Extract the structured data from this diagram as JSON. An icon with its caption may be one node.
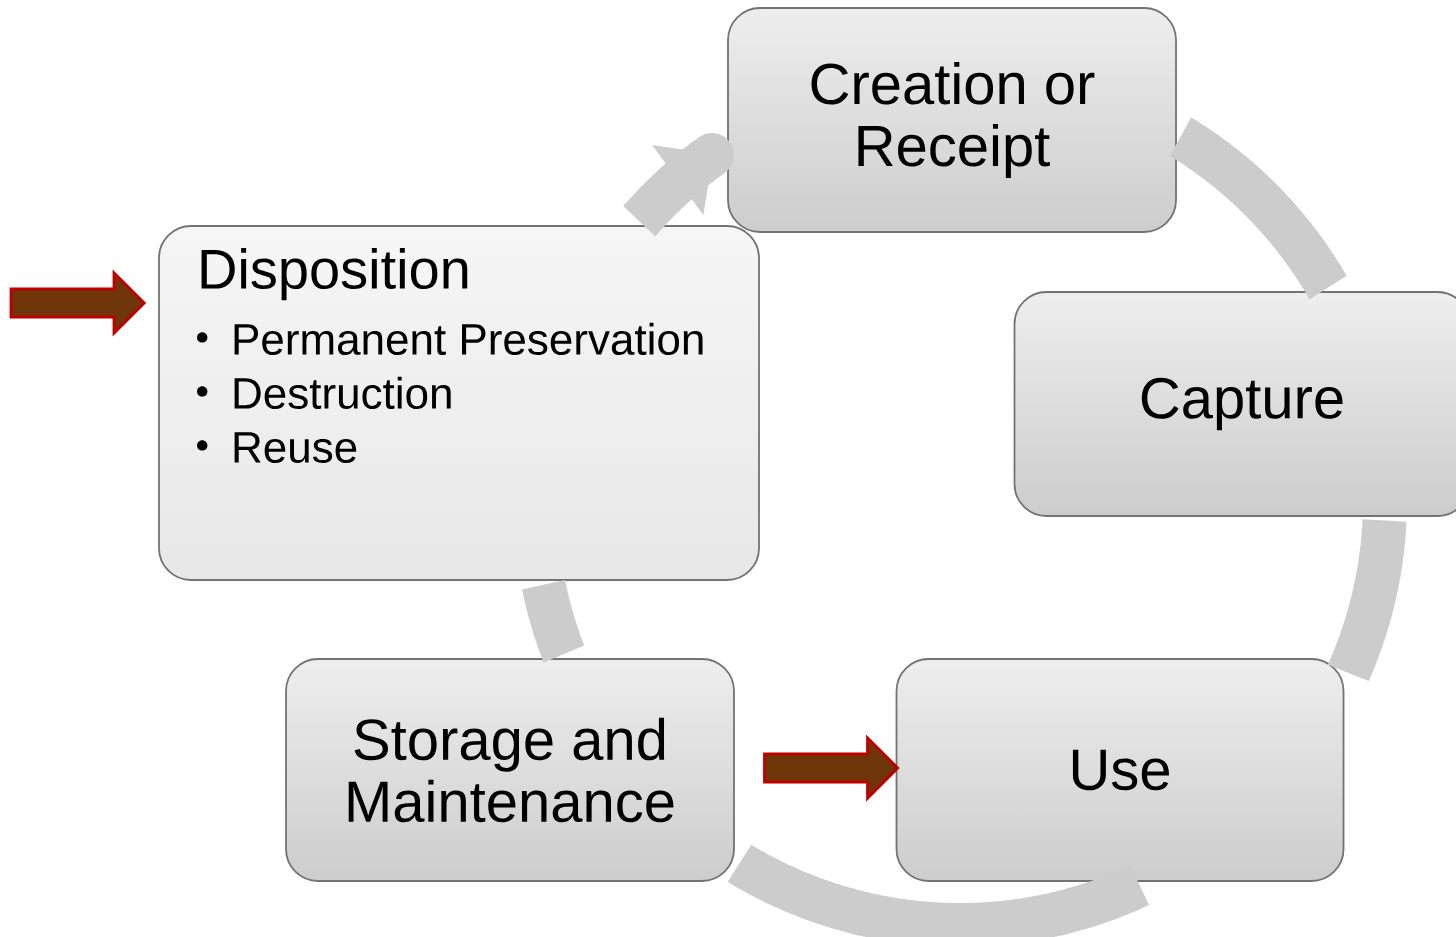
{
  "diagram": {
    "nodes": [
      {
        "text": [
          "Creation or Receipt"
        ]
      },
      {
        "text": [
          "Capture"
        ]
      },
      {
        "text": [
          "Use"
        ]
      },
      {
        "text": [
          "Storage and Maintenance"
        ]
      },
      {
        "text": [
          "Disposition",
          "Permanent Preservation",
          "Destruction",
          "Reuse"
        ]
      }
    ],
    "edges": [
      {
        "from": 0,
        "to": 1,
        "arrow": "none"
      },
      {
        "from": 1,
        "to": 2,
        "arrow": "none"
      },
      {
        "from": 2,
        "to": 3,
        "arrow": "none"
      },
      {
        "from": 3,
        "to": 4,
        "arrow": "none"
      },
      {
        "from": 4,
        "to": 0,
        "arrow": "to"
      },
      {
        "from": null,
        "to": 4,
        "arrow": "to",
        "style": "thick",
        "color": "#6f3609"
      },
      {
        "from": null,
        "to": 2,
        "arrow": "to",
        "style": "thick",
        "color": "#6f3609"
      }
    ]
  }
}
